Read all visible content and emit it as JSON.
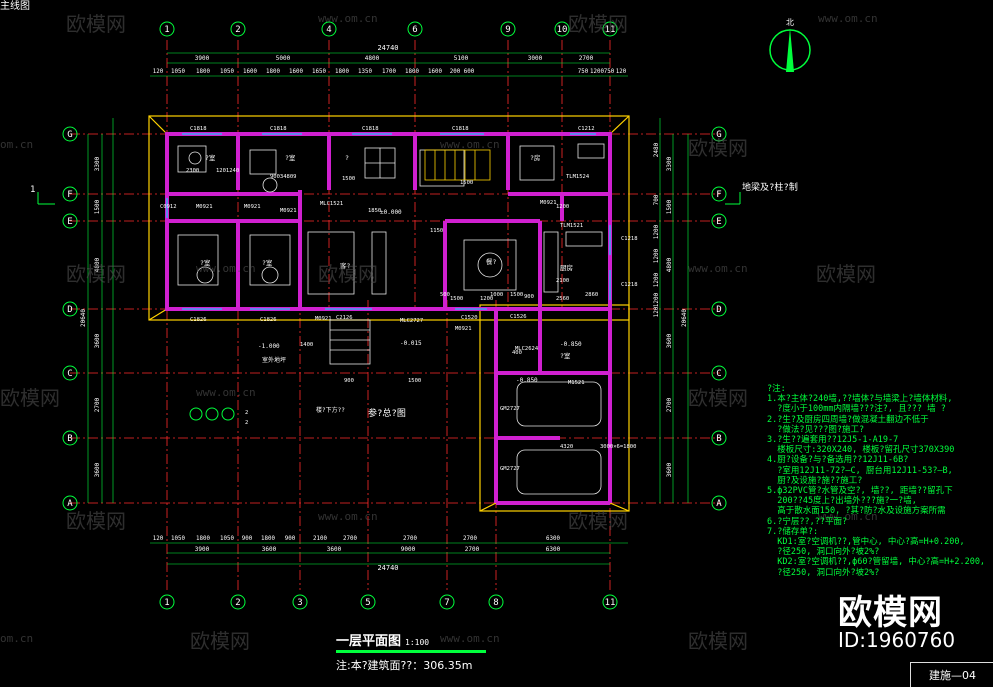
{
  "drawing": {
    "tab_label": "主线图",
    "title": "一层平面图",
    "scale": "1:100",
    "area_note": "注:本?建筑面??：306.35m",
    "sheet_no": "建施—04",
    "north_label": "北"
  },
  "watermark": {
    "brand": "欧模网",
    "id": "ID:1960760",
    "url": "www.om.cn",
    "side_url": "om.cn"
  },
  "axes": {
    "top_cols": [
      "1",
      "2",
      "4",
      "6",
      "9",
      "10",
      "11"
    ],
    "bottom_cols": [
      "1",
      "2",
      "3",
      "5",
      "7",
      "8",
      "11"
    ],
    "rows": [
      "G",
      "F",
      "E",
      "D",
      "C",
      "B",
      "A"
    ]
  },
  "dims": {
    "top_total": "24740",
    "top_line1": [
      "3900",
      "5000",
      "4800",
      "5100",
      "3000",
      "2700"
    ],
    "top_line2": [
      "120",
      "1050",
      "1800",
      "1050",
      "1600",
      "1800",
      "1600",
      "1650",
      "1800",
      "1350",
      "1700",
      "1800",
      "1600",
      "200",
      "600",
      "750",
      "1200",
      "750",
      "120"
    ],
    "bottom_total": "24740",
    "bottom_line1": [
      "3900",
      "3600",
      "3600",
      "9000",
      "2700",
      "6300"
    ],
    "bottom_line2": [
      "120",
      "1050",
      "1800",
      "1050",
      "900",
      "1800",
      "900",
      "2100",
      "2700",
      "2700",
      "2700",
      "6300"
    ],
    "left_total": "20640",
    "left_line1": [
      "3300",
      "1500",
      "4800",
      "3600",
      "2700",
      "3600"
    ],
    "right_total": "20640",
    "right_line1": [
      "3300",
      "1500",
      "4800",
      "3600",
      "2700",
      "3600"
    ],
    "right_line2": [
      "2480",
      "700",
      "1200",
      "1200",
      "1200",
      "1200",
      "120"
    ]
  },
  "labels": {
    "windows": [
      "C1818",
      "C1818",
      "C1818",
      "C1818",
      "C1212",
      "C1826",
      "C1826",
      "C2126",
      "C1520",
      "C1526",
      "C1218",
      "C1218",
      "C0912"
    ],
    "doors": [
      "M0921",
      "M0921",
      "M0921",
      "MLC1521",
      "MLC2727",
      "M0921",
      "TLM1524",
      "TLM1521",
      "MLC2624",
      "M1521",
      "M0921",
      "M0921",
      "GM2727",
      "GM2727"
    ],
    "levels": [
      "±0.000",
      "-0.015",
      "-1.000",
      "-0.850",
      "-0.850"
    ],
    "rooms": [
      "?室",
      "?室",
      "客?",
      "?",
      "餐?",
      "厨房",
      "?室",
      "?室",
      "?房",
      "?室"
    ],
    "misc": [
      "室外地坪",
      "楼?下方??",
      "2",
      "2",
      "1",
      "地梁及?柱?制",
      "参?总?图"
    ],
    "inner_dims": [
      "1500",
      "1200",
      "1150",
      "1500",
      "1000",
      "1500",
      "500",
      "900",
      "2860",
      "2300",
      "1201240",
      "90034809",
      "1500",
      "1850",
      "4320",
      "3000×6=1800",
      "1500",
      "900",
      "2100",
      "2560",
      "1400",
      "400",
      "1200"
    ]
  },
  "notes": [
    "?注:",
    "1.本?主体?240墙,??墙体?与墙梁上?墙体材料,",
    "  ?度小于100mm内隔墙???注?, 且??? 墙 ?",
    "2.?生?及厨房四周墙?做混凝土翻边不低于",
    "  ?做法?见???图?施工?",
    "3.?生??遍套用??12J5-1-A19-7",
    "  楼板尺寸:320X240, 楼板?留孔尺寸370X390",
    "4.厨?设备?与?备选用??12J11-6B?",
    "  ?室用12J11-72?—C, 厨台用12J11-53?—B,",
    "  厨?及设施?施??施工?",
    "5.ф32PVC管?水管及空?, 墙??, 距墙??留孔下",
    "  200??45度上?出墙外???施?一?墙,",
    "  高于散水面150, ?其?防?水及设施方案所需",
    "6.?宁层??,??平面?",
    "7.?储存单?:",
    "  KD1:室?空调机??,管中心, 中心?高=H+0.200,",
    "  ?径250, 洞口向外?坡2%?",
    "  KD2:室?空调机??,ф60?管留墙, 中心?高=H+2.200,",
    "  ?径250, 洞口向外?坡2%?"
  ]
}
